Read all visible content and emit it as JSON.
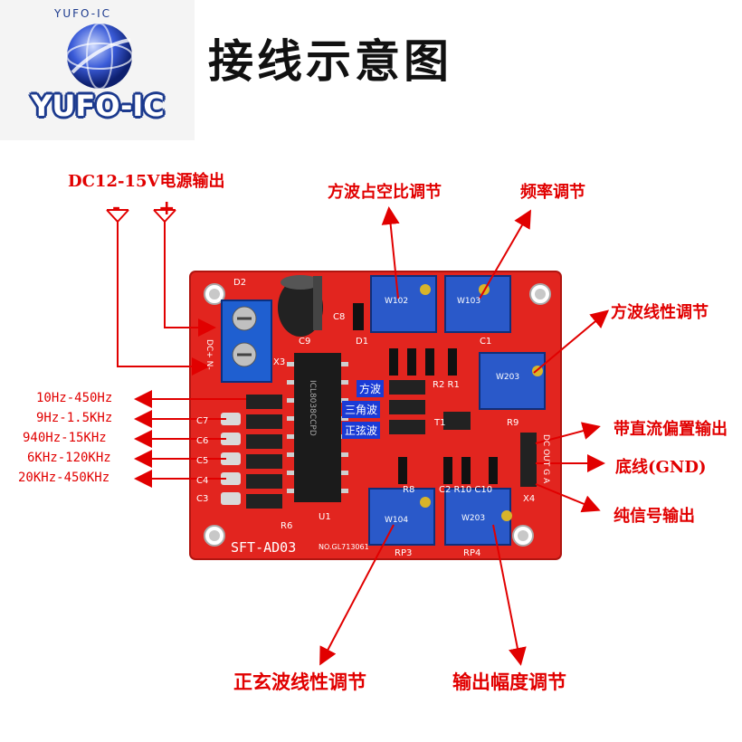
{
  "logo": {
    "ring_text": "YUFO-IC",
    "brand": "YUFO-IC"
  },
  "title": "接线示意图",
  "power": {
    "label": "DC12-15V电源输出",
    "minus": "-",
    "plus": "+"
  },
  "top_labels": {
    "duty": "方波占空比调节",
    "freq": "频率调节",
    "square_lin": "方波线性调节"
  },
  "freq_ranges": [
    "10Hz-450Hz",
    "9Hz-1.5KHz",
    "940Hz-15KHz",
    "6KHz-120KHz",
    "20KHz-450KHz"
  ],
  "right_labels": {
    "dc_bias": "带直流偏置输出",
    "gnd": "底线(GND)",
    "pure": "纯信号输出"
  },
  "bottom_labels": {
    "sine_lin": "正玄波线性调节",
    "amp": "输出幅度调节"
  },
  "jumpers": [
    "方波",
    "三角波",
    "正弦波"
  ],
  "board": {
    "model": "SFT-AD03",
    "serial": "NO.GL713061",
    "silk": {
      "d2": "D2",
      "c9": "C9",
      "c8": "C8",
      "d1": "D1",
      "x3": "X3",
      "dc_in": "DC+ N-",
      "c1": "C1",
      "r2r1": "R2 R1",
      "t1": "T1",
      "r9": "R9",
      "c7": "C7",
      "c6": "C6",
      "c5": "C5",
      "c4": "C4",
      "c3": "C3",
      "u1": "U1",
      "r6": "R6",
      "r8": "R8",
      "c2r10c10": "C2 R10 C10",
      "rp3": "RP3",
      "rp4": "RP4",
      "x4": "X4",
      "out_pins": "DC OUT G A"
    },
    "pots": {
      "rp_top1": "W102",
      "rp_top2": "W103",
      "rp_right": "W203",
      "rp3": "W104",
      "rp4": "W203"
    },
    "ic": "ICL8038CCPD"
  }
}
